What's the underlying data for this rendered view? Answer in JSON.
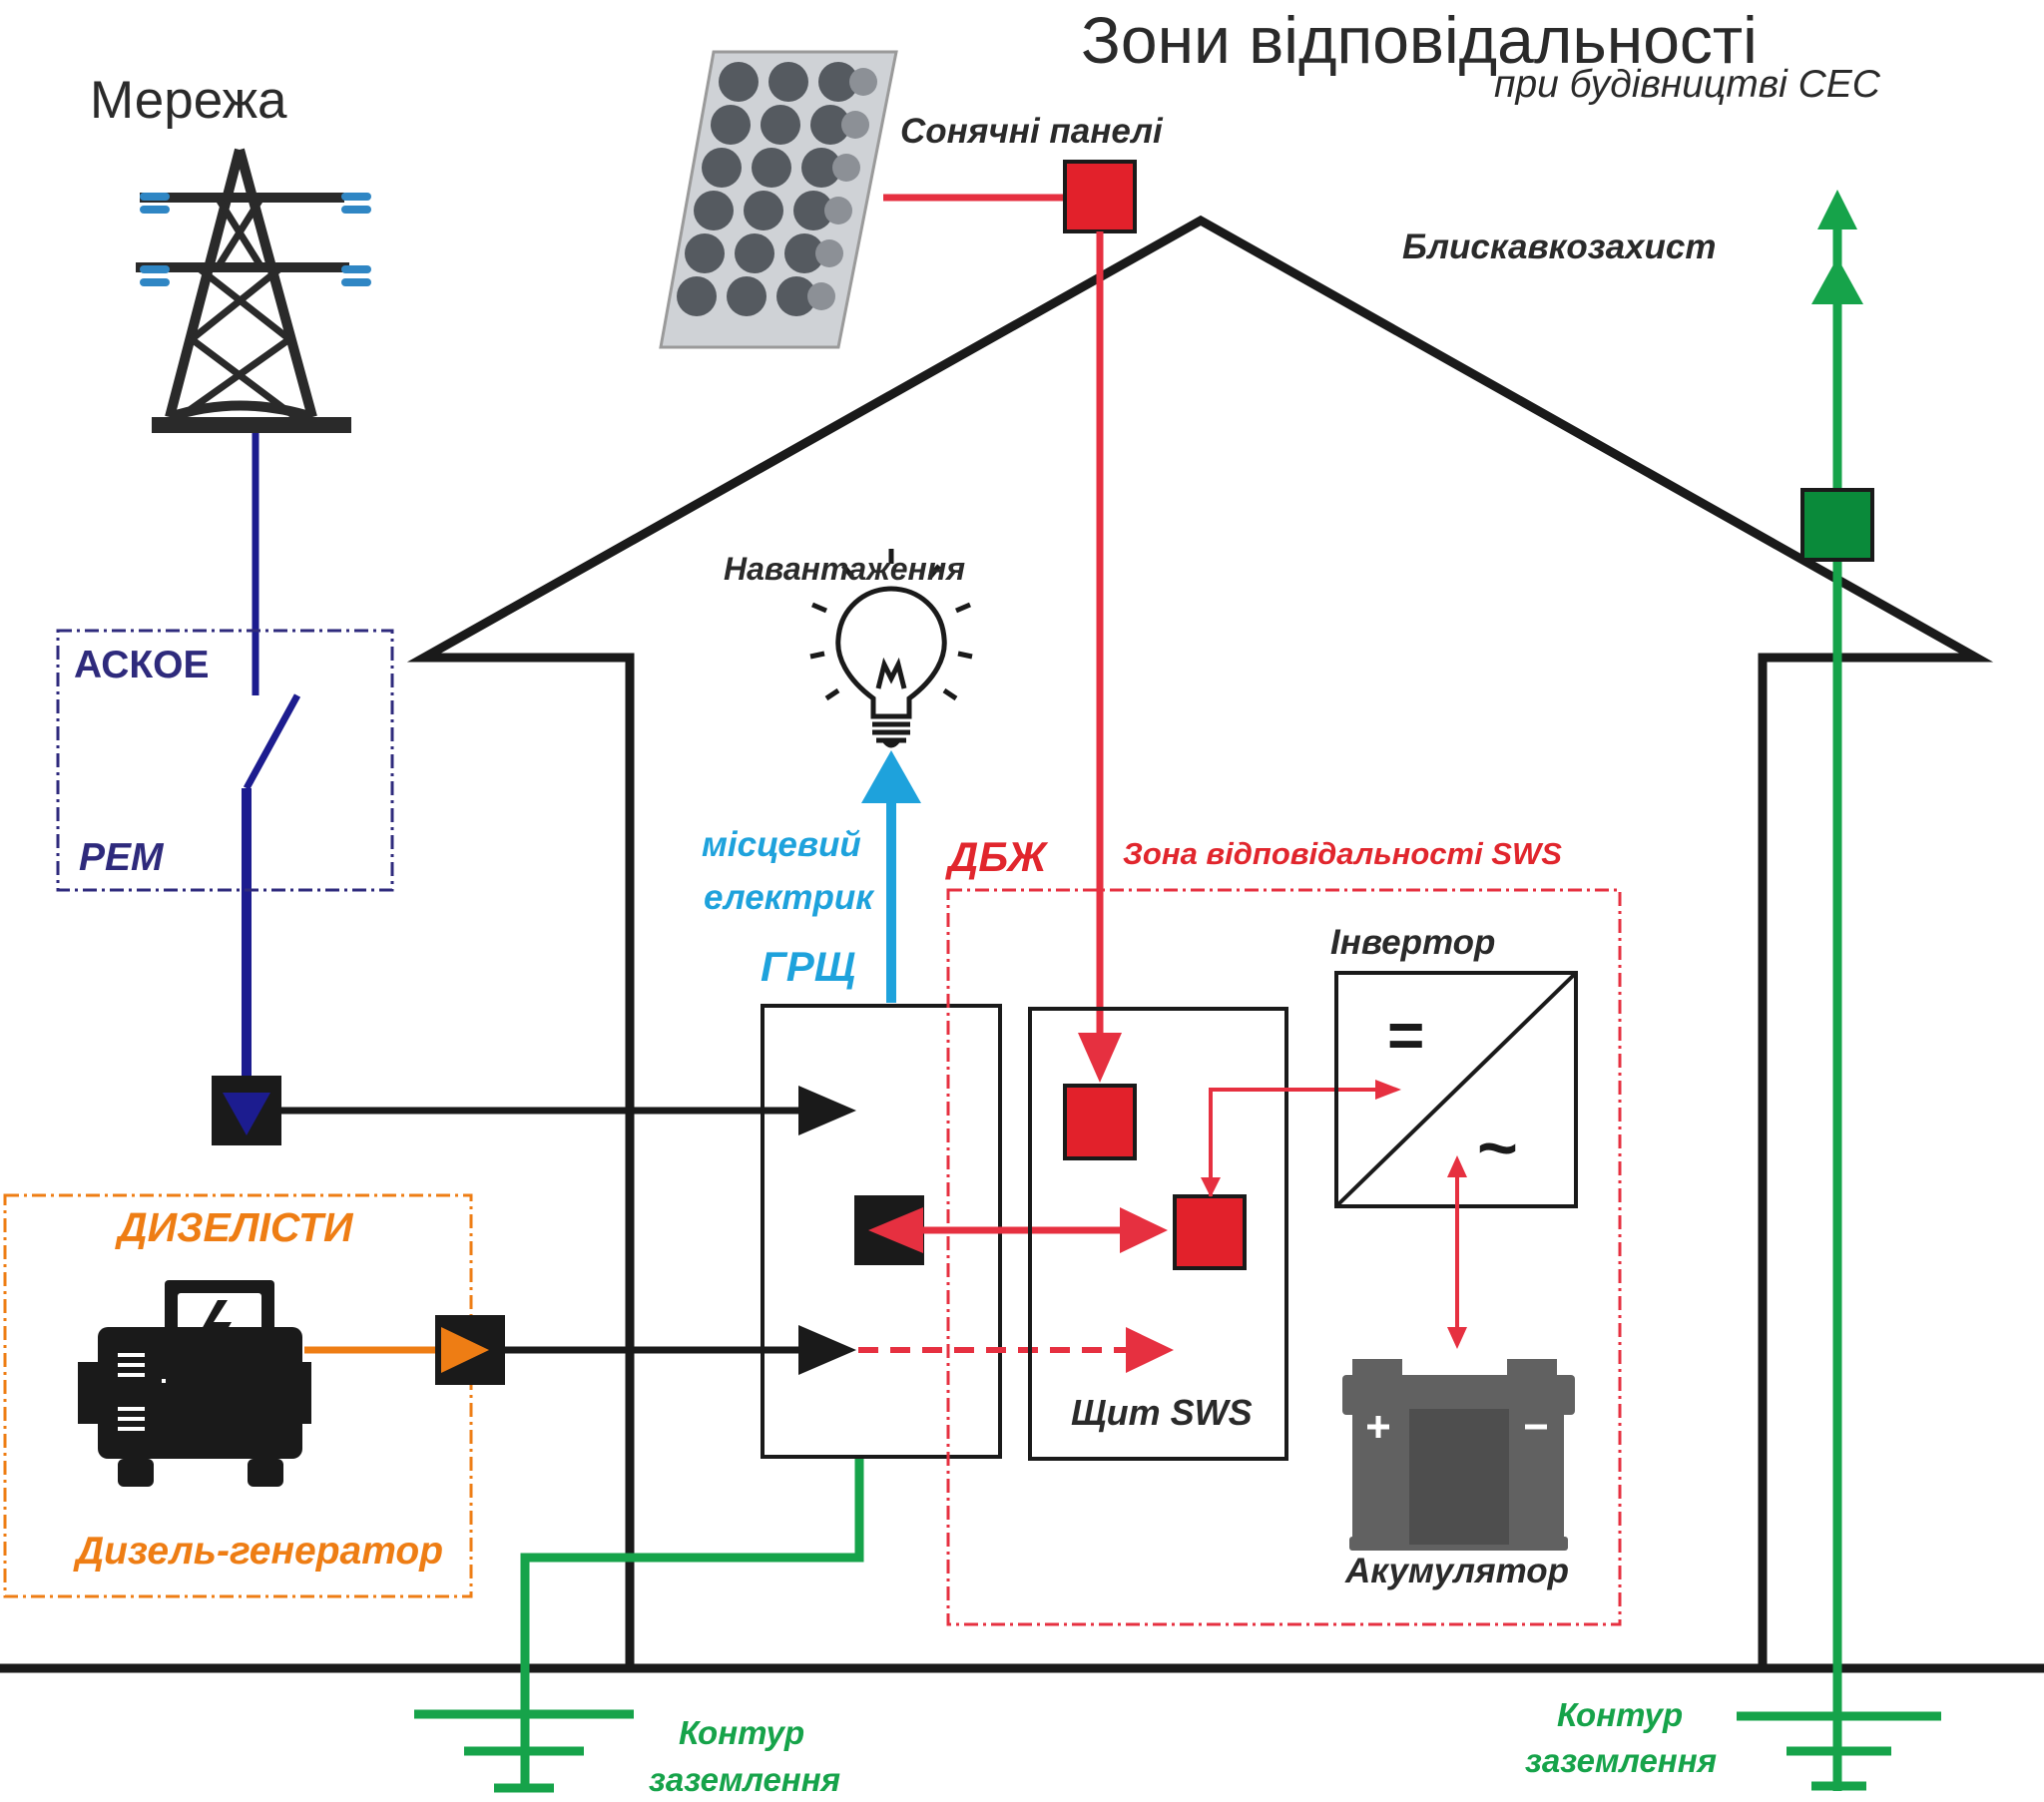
{
  "header": {
    "title": "Зони відповідальності",
    "subtitle": "при будівництві СЕС"
  },
  "labels": {
    "grid": "Мережа",
    "solar_panels": "Сонячні панелі",
    "lightning_protection": "Блискавкозахист",
    "load": "Навантаження",
    "askoe": "АСКОЕ",
    "rem": "РЕМ",
    "local_electrician_1": "місцевий",
    "local_electrician_2": "електрик",
    "grsch": "ГРЩ",
    "dbzh": "ДБЖ",
    "sws_zone": "Зона відповідальності SWS",
    "inverter": "Інвертор",
    "inverter_dc": "=",
    "inverter_ac": "~",
    "diesel_team": "ДИЗЕЛІСТИ",
    "diesel_generator": "Дизель-генератор",
    "sws_panel": "Щит SWS",
    "battery": "Акумулятор",
    "ground_left_1": "Контур",
    "ground_left_2": "заземлення",
    "ground_right_1": "Контур",
    "ground_right_2": "заземлення"
  },
  "colors": {
    "grid_line": "#1c1c8f",
    "solar_line": "#e63040",
    "green_line": "#16a34a",
    "local_line": "#1ea2dc",
    "diesel_line": "#ee7d14",
    "house_line": "#1a1a1a",
    "askoe_text": "#2e2a7c",
    "sws_text": "#e1262d"
  },
  "icons": {
    "tower": "power-tower-icon",
    "solar": "solar-panel-icon",
    "bulb": "light-bulb-icon",
    "generator": "generator-icon",
    "battery": "battery-icon"
  }
}
